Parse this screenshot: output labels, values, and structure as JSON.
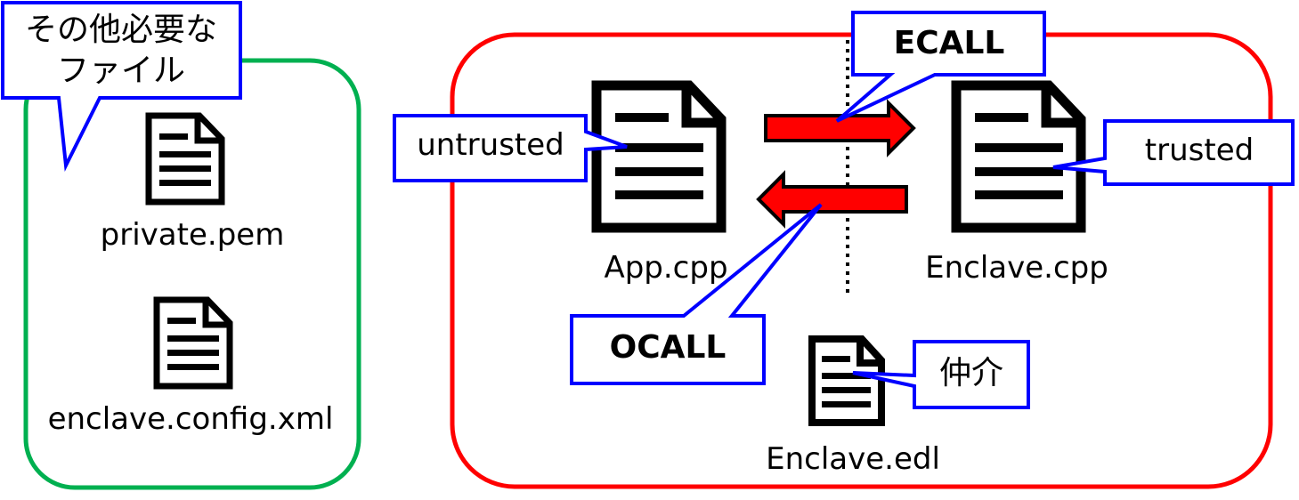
{
  "colors": {
    "group_green": "#00b050",
    "group_red": "#ff0000",
    "callout_blue": "#0000ff",
    "arrow_fill": "#ff0000",
    "arrow_stroke": "#000000",
    "document_icon": "#000000"
  },
  "other_files_group": {
    "callout_line1": "その他必要な",
    "callout_line2": "ファイル",
    "files": [
      {
        "name": "private.pem",
        "icon": "document-icon"
      },
      {
        "name": "enclave.config.xml",
        "icon": "document-icon"
      }
    ]
  },
  "enclave_group": {
    "app_file": "App.cpp",
    "enclave_file": "Enclave.cpp",
    "edl_file": "Enclave.edl",
    "untrusted_label": "untrusted",
    "trusted_label": "trusted",
    "ecall_label": "ECALL",
    "ocall_label": "OCALL",
    "mediator_label": "仲介"
  }
}
